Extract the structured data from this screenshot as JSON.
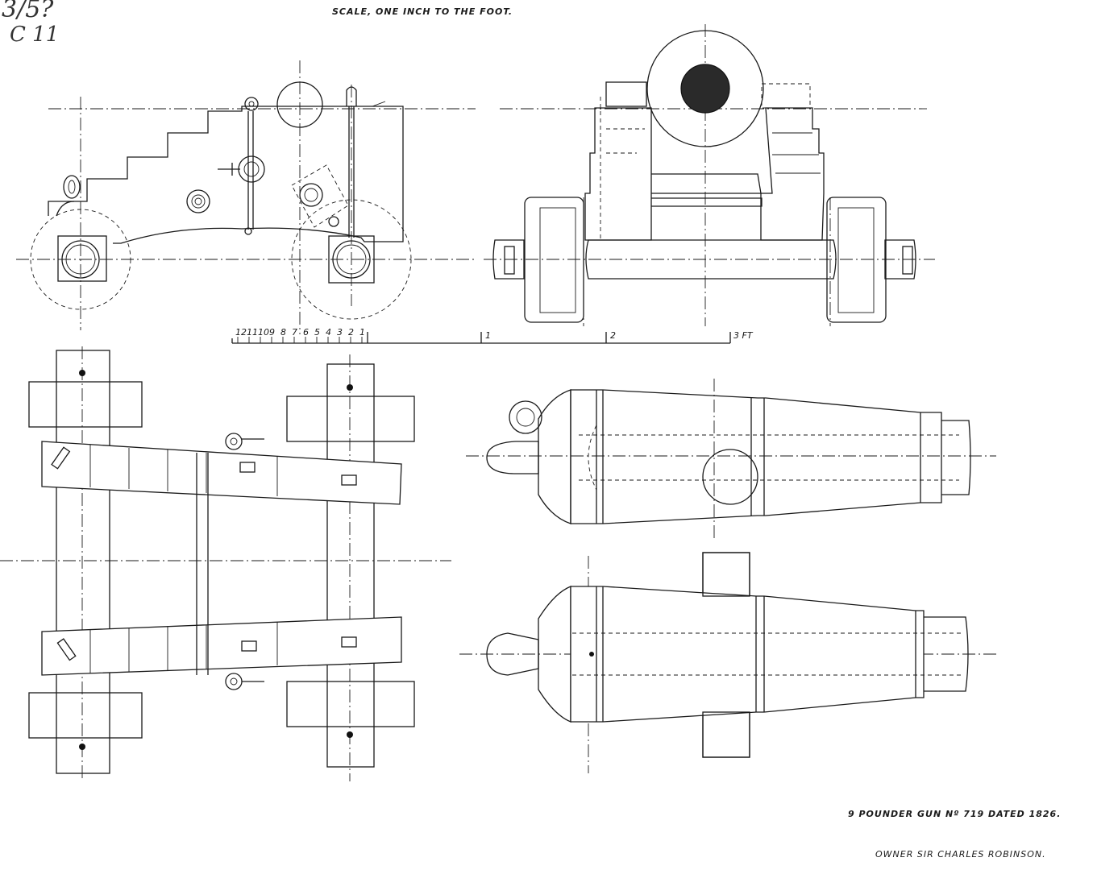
{
  "drawing": {
    "scale_title": "SCALE, ONE INCH TO THE FOOT.",
    "handwritten_mark_1": "3/5?",
    "handwritten_mark_2": "C 11",
    "gun_title": "9 POUNDER GUN Nº 719 DATED 1826.",
    "owner": "OWNER  SIR CHARLES ROBINSON.",
    "scale_bar": {
      "inch_ticks": [
        "12",
        "11",
        "10",
        "9",
        "8",
        "7",
        "6",
        "5",
        "4",
        "3",
        "2",
        "1"
      ],
      "foot_labels": [
        "1",
        "2",
        "3 FT"
      ]
    }
  },
  "views": [
    {
      "id": "side-elevation-of-carriage"
    },
    {
      "id": "front-elevation-of-carriage-and-gun"
    },
    {
      "id": "plan-of-carriage"
    },
    {
      "id": "plan-of-gun"
    },
    {
      "id": "side-view-of-gun"
    }
  ],
  "colors": {
    "ink": "#1a1a1a",
    "paper": "#ffffff"
  }
}
